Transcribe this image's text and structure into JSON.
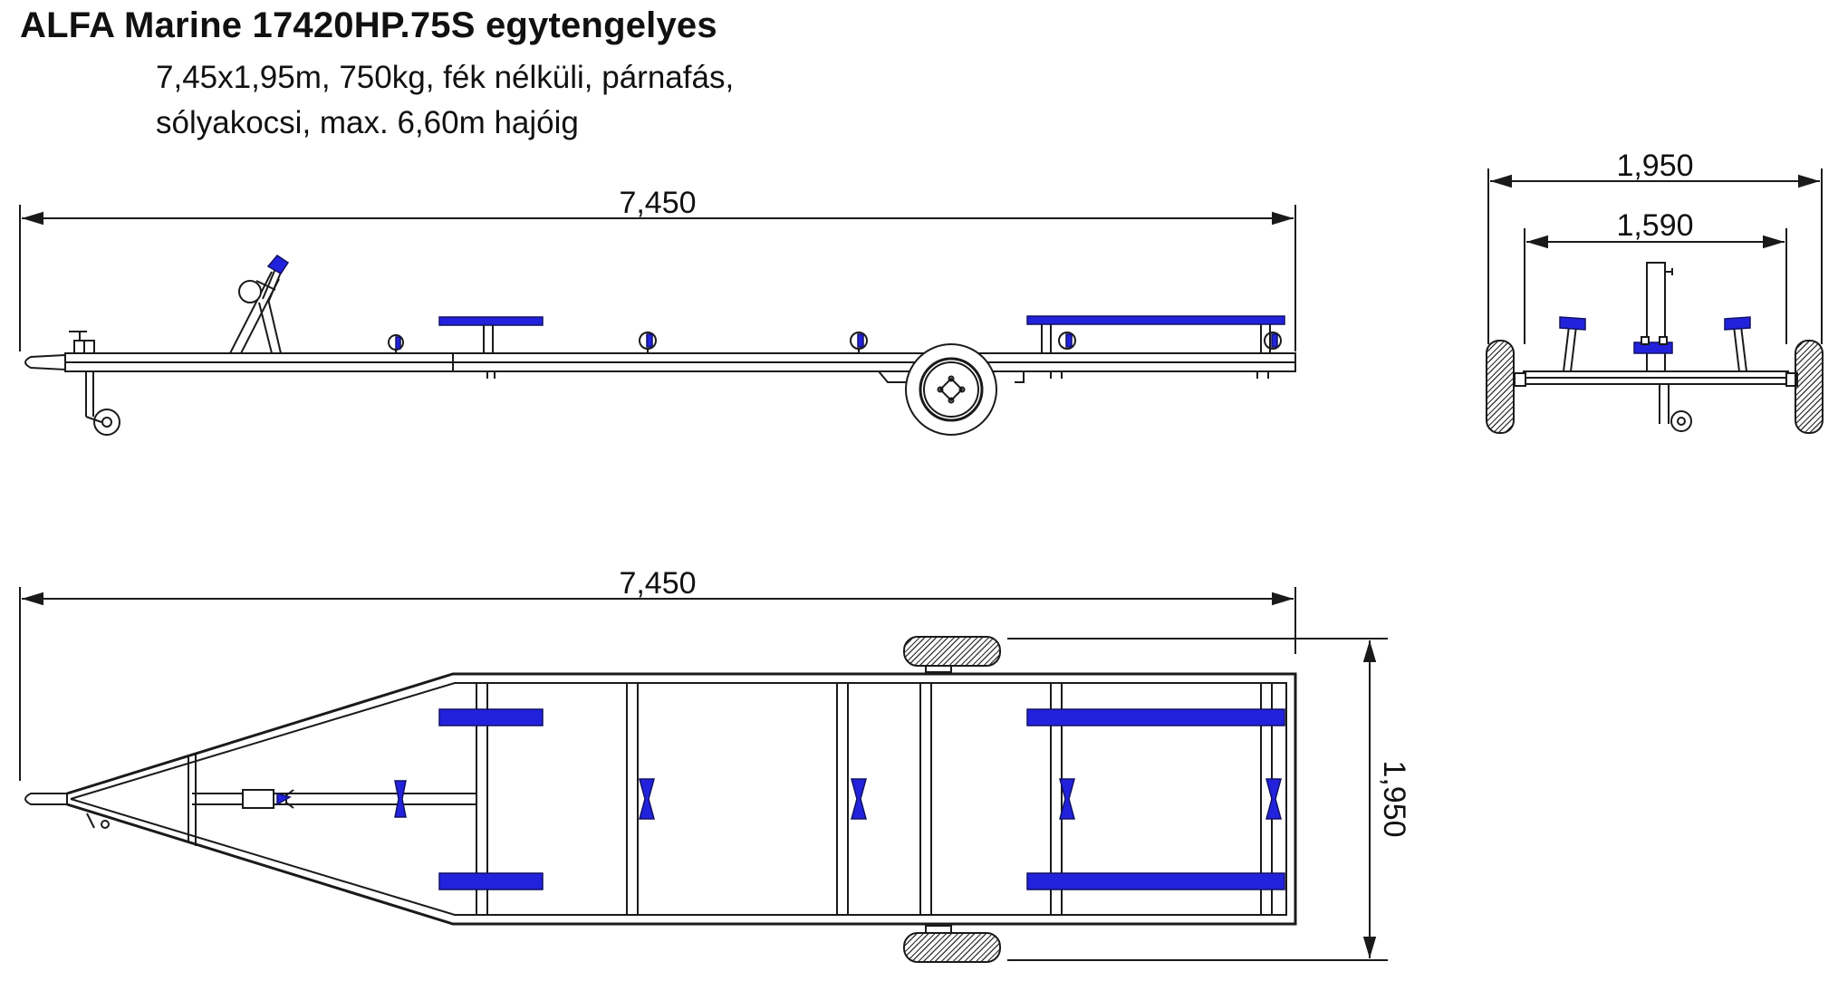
{
  "title": "ALFA Marine 17420HP.75S egytengelyes",
  "subtitle_line1": "7,45x1,95m, 750kg, fék nélküli, párnafás,",
  "subtitle_line2": "sólyakocsi, max. 6,60m hajóig",
  "dimensions": {
    "side_length": "7,450",
    "top_length": "7,450",
    "top_width": "1,950",
    "rear_width": "1,950",
    "rear_inner_width": "1,590"
  },
  "colors": {
    "accent": "#2222dd",
    "line": "#1a1a1a"
  }
}
